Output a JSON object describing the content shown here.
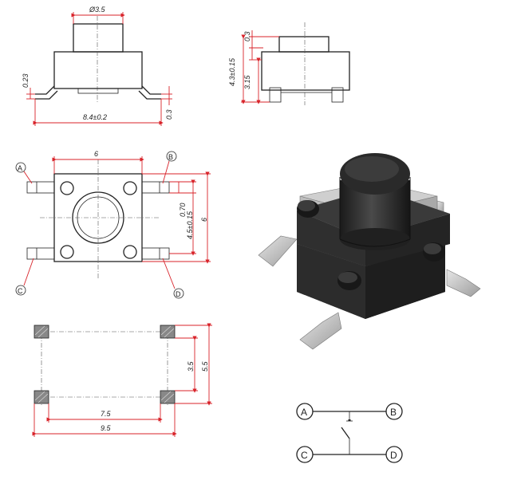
{
  "top_view_dims": {
    "diameter": "Ø3.5",
    "height_small": "0.23",
    "width": "8.4±0.2",
    "foot": "0.3"
  },
  "side_view_dims": {
    "cap": "0.3",
    "total": "4.3±0.15",
    "body": "3.15"
  },
  "front_view_dims": {
    "width": "6",
    "pin_gap": "0.70",
    "pin_pitch": "4.5±0.15",
    "height": "6"
  },
  "footprint_dims": {
    "inner_h": "3.5",
    "outer_h": "5.5",
    "inner_w": "7.5",
    "outer_w": "9.5"
  },
  "pins": {
    "a": "A",
    "b": "B",
    "c": "C",
    "d": "D"
  },
  "colors": {
    "dimension": "#d8232a",
    "outline": "#222222",
    "button_body": "#2a2a2a",
    "metal": "#c9c9c9"
  }
}
